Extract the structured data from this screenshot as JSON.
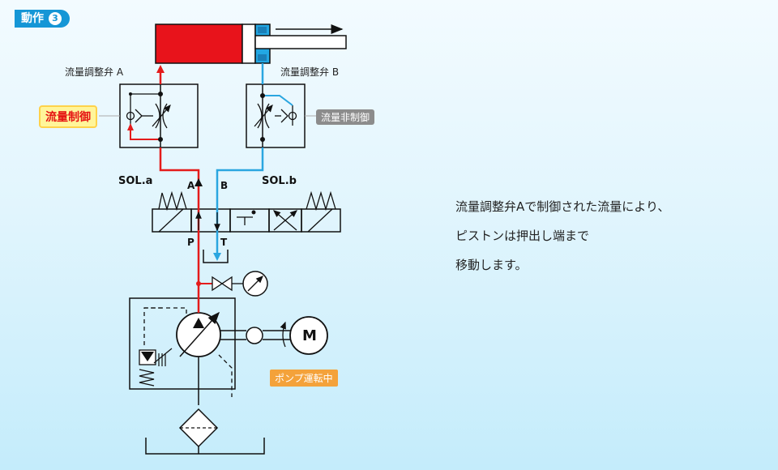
{
  "header": {
    "step_label": "動作",
    "step_number": "3"
  },
  "valves": {
    "flow_a_label": "流量調整弁 A",
    "flow_b_label": "流量調整弁 B",
    "control_tag": "流量制御",
    "non_control_tag": "流量非制御"
  },
  "directional_valve": {
    "sol_a": "SOL.a",
    "sol_b": "SOL.b",
    "port_a": "A",
    "port_b": "B",
    "port_p": "P",
    "port_t": "T"
  },
  "pump": {
    "status_tag": "ポンプ運転中",
    "motor_label": "M"
  },
  "description": {
    "lines": [
      "流量調整弁Aで制御された流量により、",
      "ピストンは押出し端まで",
      "移動します。"
    ]
  },
  "colors": {
    "pressure_line": "#e41b1b",
    "return_line": "#2aa6e0",
    "cylinder_fill": "#e8131b",
    "rod_side_fill": "#22a7e3",
    "badge": "#1596d6"
  }
}
